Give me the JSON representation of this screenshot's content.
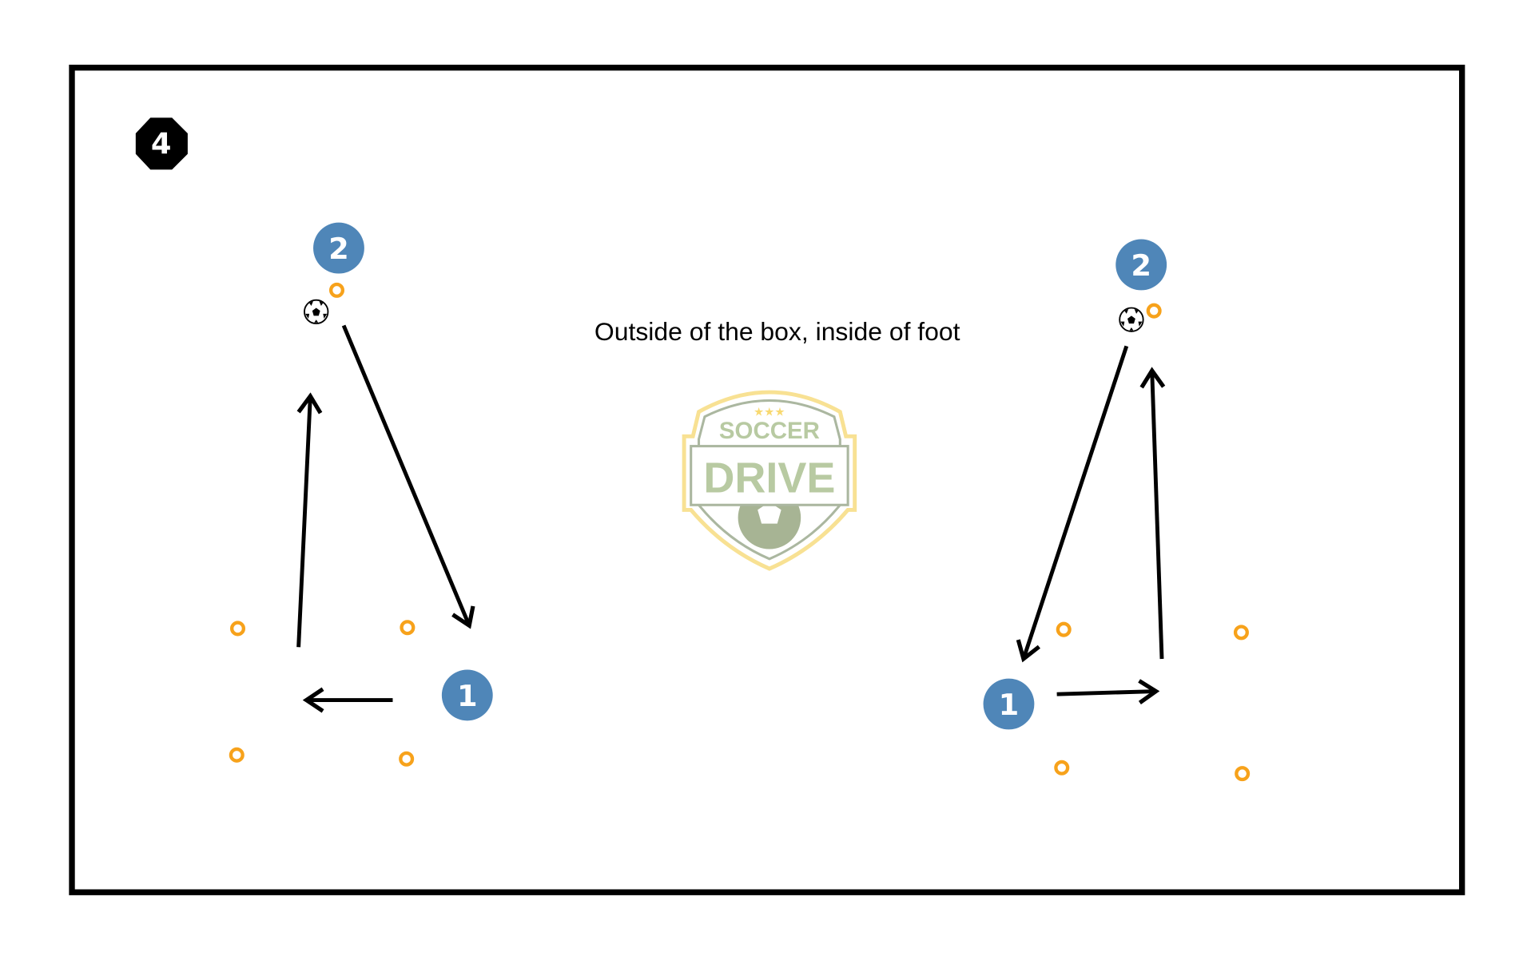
{
  "diagram": {
    "step_number": "4",
    "caption": "Outside of the box, inside of foot",
    "logo_text": [
      "SOCCER",
      "DRIVE"
    ],
    "players": [
      {
        "id": "left-player-2",
        "label": "2"
      },
      {
        "id": "left-player-1",
        "label": "1"
      },
      {
        "id": "right-player-2",
        "label": "2"
      },
      {
        "id": "right-player-1",
        "label": "1"
      }
    ],
    "colors": {
      "player": "#4f86b8",
      "cone": "#f7a21b",
      "border": "#000000",
      "logo_green": "#b5c89e",
      "logo_gold": "#f8e08e"
    }
  }
}
